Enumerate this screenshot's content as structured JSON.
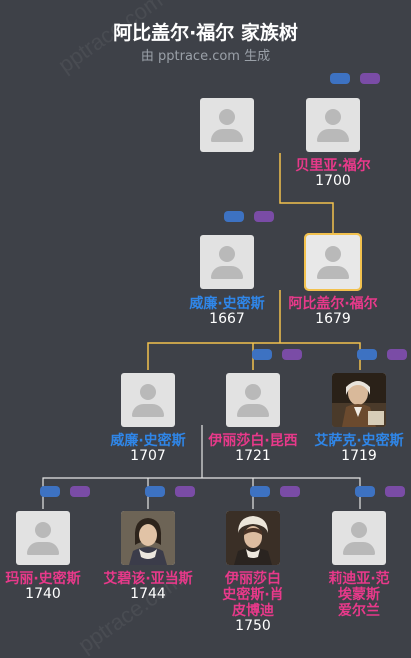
{
  "header": {
    "title": "阿比盖尔·福尔 家族树",
    "subtitle": "由 pptrace.com 生成",
    "watermark": "pptrace.com"
  },
  "colors": {
    "background": "#3e4148",
    "male": "#2f86e8",
    "female": "#e8398a",
    "highlight_line": "#f2c14e",
    "line": "#e6e6e6",
    "father_button": "#3d72c2",
    "mother_button": "#7a4ca6"
  },
  "people": [
    {
      "id": "p_top_left",
      "name": "",
      "year": "",
      "gender": "unknown",
      "selected": false
    },
    {
      "id": "belia",
      "name": "贝里亚·福尔",
      "year": "1700",
      "gender": "female",
      "selected": false
    },
    {
      "id": "william_sr",
      "name": "威廉·史密斯",
      "year": "1667",
      "gender": "male",
      "selected": false
    },
    {
      "id": "abigail",
      "name": "阿比盖尔·福尔",
      "year": "1679",
      "gender": "female",
      "selected": true
    },
    {
      "id": "william_jr",
      "name": "威廉·史密斯",
      "year": "1707",
      "gender": "male",
      "selected": false
    },
    {
      "id": "elizabeth",
      "name": "伊丽莎白·昆西",
      "year": "1721",
      "gender": "female",
      "selected": false
    },
    {
      "id": "isaac",
      "name": "艾萨克·史密斯",
      "year": "1719",
      "gender": "male",
      "selected": false
    },
    {
      "id": "mary",
      "name": "玛丽·史密斯",
      "year": "1740",
      "gender": "female",
      "selected": false
    },
    {
      "id": "abigail_adams",
      "name": "艾碧该·亚当斯",
      "year": "1744",
      "gender": "female",
      "selected": false
    },
    {
      "id": "elizabeth_peabody",
      "name": "伊丽莎白·史密斯·肖·皮博迪",
      "name_lines": [
        "伊丽莎白",
        "史密斯·肖",
        "皮博迪"
      ],
      "year": "1750",
      "gender": "female",
      "selected": false
    },
    {
      "id": "lydia",
      "name": "莉迪亚·范·埃蒙斯·爱尔兰",
      "name_lines": [
        "莉迪亚·范",
        "埃蒙斯",
        "爱尔兰"
      ],
      "year": "",
      "gender": "female",
      "selected": false
    }
  ]
}
